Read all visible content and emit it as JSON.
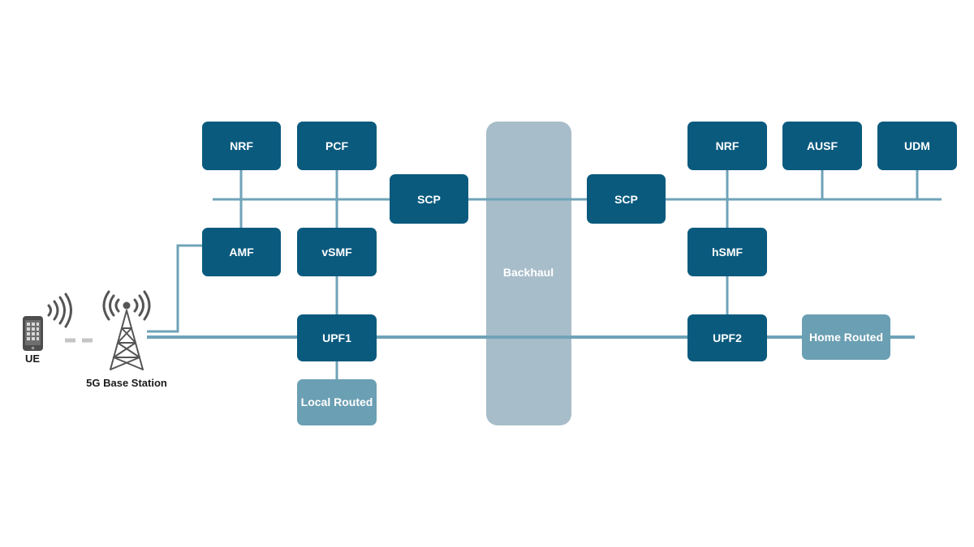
{
  "colors": {
    "node_dark": "#0a5a7e",
    "node_light": "#6b9fb3",
    "backhaul": "#a7bdc9",
    "line": "#6fa3b8",
    "node_text": "#ffffff",
    "caption_text": "#1a1a1a",
    "device_gray": "#555555",
    "dash_gray": "#c4c4c4"
  },
  "nodes": {
    "nrf_left": {
      "label": "NRF"
    },
    "pcf": {
      "label": "PCF"
    },
    "scp_left": {
      "label": "SCP"
    },
    "amf": {
      "label": "AMF"
    },
    "vsmf": {
      "label": "vSMF"
    },
    "upf1": {
      "label": "UPF1"
    },
    "local_routed": {
      "label": "Local Routed"
    },
    "backhaul": {
      "label": "Backhaul"
    },
    "scp_right": {
      "label": "SCP"
    },
    "nrf_right": {
      "label": "NRF"
    },
    "ausf": {
      "label": "AUSF"
    },
    "udm": {
      "label": "UDM"
    },
    "hsmf": {
      "label": "hSMF"
    },
    "upf2": {
      "label": "UPF2"
    },
    "home_routed": {
      "label": "Home Routed"
    }
  },
  "devices": {
    "ue_label": "UE",
    "base_station_label": "5G Base Station",
    "ue_icon": "smartphone-icon",
    "tower_icon": "cell-tower-icon",
    "signal_icon": "radio-waves-icon"
  }
}
